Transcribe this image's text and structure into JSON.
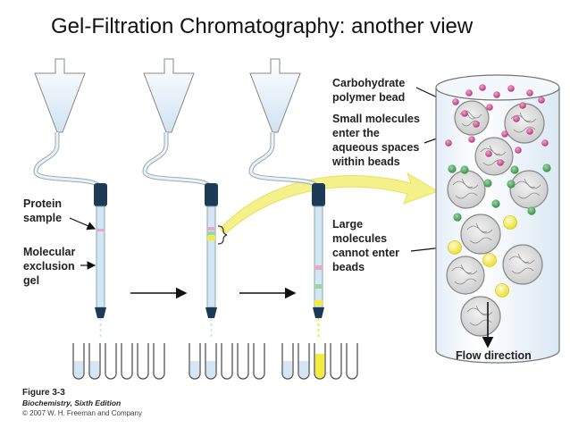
{
  "title": "Gel-Filtration Chromatography: another view",
  "labels": {
    "protein_sample": [
      "Protein",
      "sample"
    ],
    "molecular_exclusion_gel": [
      "Molecular",
      "exclusion",
      "gel"
    ],
    "carbohydrate_bead": [
      "Carbohydrate",
      "polymer bead"
    ],
    "small_molecules": [
      "Small molecules",
      "enter the",
      "aqueous spaces",
      "within beads"
    ],
    "large_molecules": [
      "Large",
      "molecules",
      "cannot enter",
      "beads"
    ],
    "flow_direction": "Flow direction"
  },
  "caption": {
    "figure": "Figure 3-3",
    "book": "Biochemistry, Sixth Edition",
    "copyright": "© 2007 W. H. Freeman and Company"
  },
  "colors": {
    "small_molecule": "#c43a82",
    "medium_molecule": "#3a9a4a",
    "large_molecule": "#f3ec3a",
    "column_liquid": "#d2e6f5",
    "column_cap": "#1d3b57",
    "arrow_highlight": "#f4f08a"
  },
  "icons": [
    "funnel-icon",
    "column-icon",
    "test-tube-icon",
    "bead-icon",
    "arrow-icon"
  ]
}
